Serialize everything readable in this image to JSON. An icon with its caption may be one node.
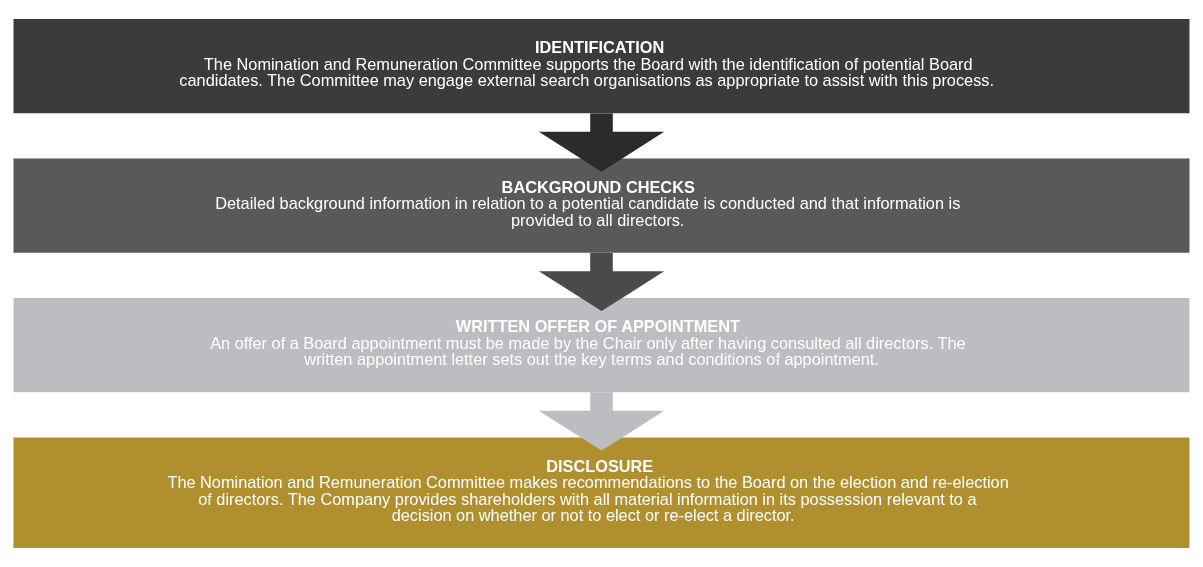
{
  "diagram": {
    "nodes": [
      {
        "text": [
          "IDENTIFICATION",
          "The Nomination and Remuneration Committee supports the Board with the identification of potential Board candidates. The Committee may engage external search organisations as appropriate to assist with this process."
        ]
      },
      {
        "text": [
          "BACKGROUND CHECKS",
          "Detailed background information in relation to a potential candidate is conducted and that information is provided to all directors."
        ]
      },
      {
        "text": [
          "WRITTEN OFFER OF APPOINTMENT",
          "An offer of a Board appointment must be made by the Chair only after having consulted all directors. The written appointment letter sets out the key terms and conditions of appointment."
        ]
      },
      {
        "text": [
          "DISCLOSURE",
          "The Nomination and Remuneration Committee makes recommendations to the Board on the election and re-election of directors. The Company provides shareholders with all material information in its possession relevant to a decision on whether or not to elect or re-elect a director."
        ]
      }
    ],
    "edges": [
      {
        "from": 0,
        "to": 1,
        "arrow": "to",
        "color": "#2b2b2b"
      },
      {
        "from": 1,
        "to": 2,
        "arrow": "to",
        "color": "#4a4a4c"
      },
      {
        "from": 2,
        "to": 3,
        "arrow": "to",
        "color": "#bcbdc0"
      }
    ]
  }
}
